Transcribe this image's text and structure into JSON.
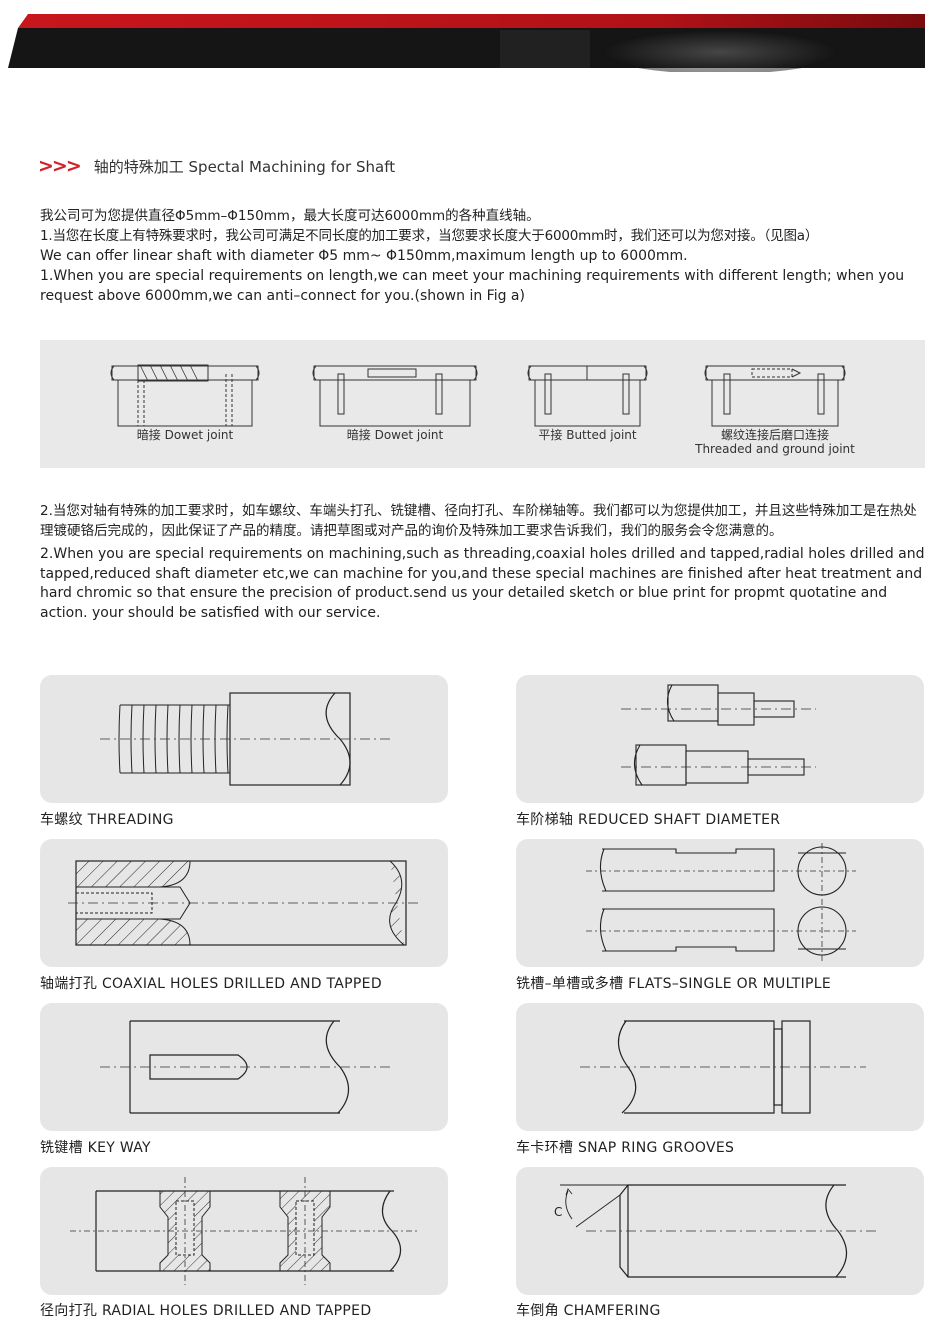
{
  "section": {
    "chevrons": ">>>",
    "title": "轴的特殊加工 Spectal Machining for Shaft"
  },
  "intro": {
    "line1": "我公司可为您提供直径Φ5mm–Φ150mm，最大长度可达6000mm的各种直线轴。",
    "line2": "1.当您在长度上有特殊要求时，我公司可满足不同长度的加工要求，当您要求长度大于6000mm时，我们还可以为您对接。（见图a）",
    "line3": "We can offer linear shaft with diameter Φ5 mm~ Φ150mm,maximum length up to 6000mm.",
    "line4": "1.When you are special requirements on length,we can meet your machining requirements with different length; when you request above 6000mm,we can anti–connect for you.(shown in Fig a)"
  },
  "joints": [
    {
      "label": "暗接 Dowet joint"
    },
    {
      "label": "暗接 Dowet joint"
    },
    {
      "label": "平接 Butted  joint"
    },
    {
      "label": "螺纹连接后磨口连接",
      "label2": "Threaded and ground joint"
    }
  ],
  "special": {
    "cn": "2.当您对轴有特殊的加工要求时，如车螺纹、车端头打孔、铣键槽、径向打孔、车阶梯轴等。我们都可以为您提供加工，并且这些特殊加工是在热处理镀硬铬后完成的，因此保证了产品的精度。请把草图或对产品的询价及特殊加工要求告诉我们，我们的服务会令您满意的。",
    "en": "2.When you are special requirements on machining,such as threading,coaxial holes drilled and tapped,radial holes drilled and tapped,reduced shaft diameter etc,we can machine for you,and these special machines are finished after heat treatment and hard chromic so that ensure the precision of product.send us your detailed sketch or blue print for propmt quotatine and action. your should be satisfied with our service."
  },
  "captions": {
    "threading": "车螺纹 THREADING",
    "reduced": "车阶梯轴 REDUCED SHAFT DIAMETER",
    "coaxial": "轴端打孔 COAXIAL HOLES DRILLED AND TAPPED",
    "flats": "铣槽–单槽或多槽 FLATS–SINGLE OR MULTIPLE",
    "keyway": "铣键槽 KEY WAY",
    "snap": "车卡环槽 SNAP RING GROOVES",
    "radial": "径向打孔 RADIAL HOLES DRILLED AND TAPPED",
    "chamfer": "车倒角  CHAMFERING"
  },
  "chamfer_symbol": "C",
  "colors": {
    "accent": "#d42027",
    "panel": "#e6e6e6",
    "strip": "#e9e9e9",
    "banner_dark": "#1a1a1a"
  }
}
